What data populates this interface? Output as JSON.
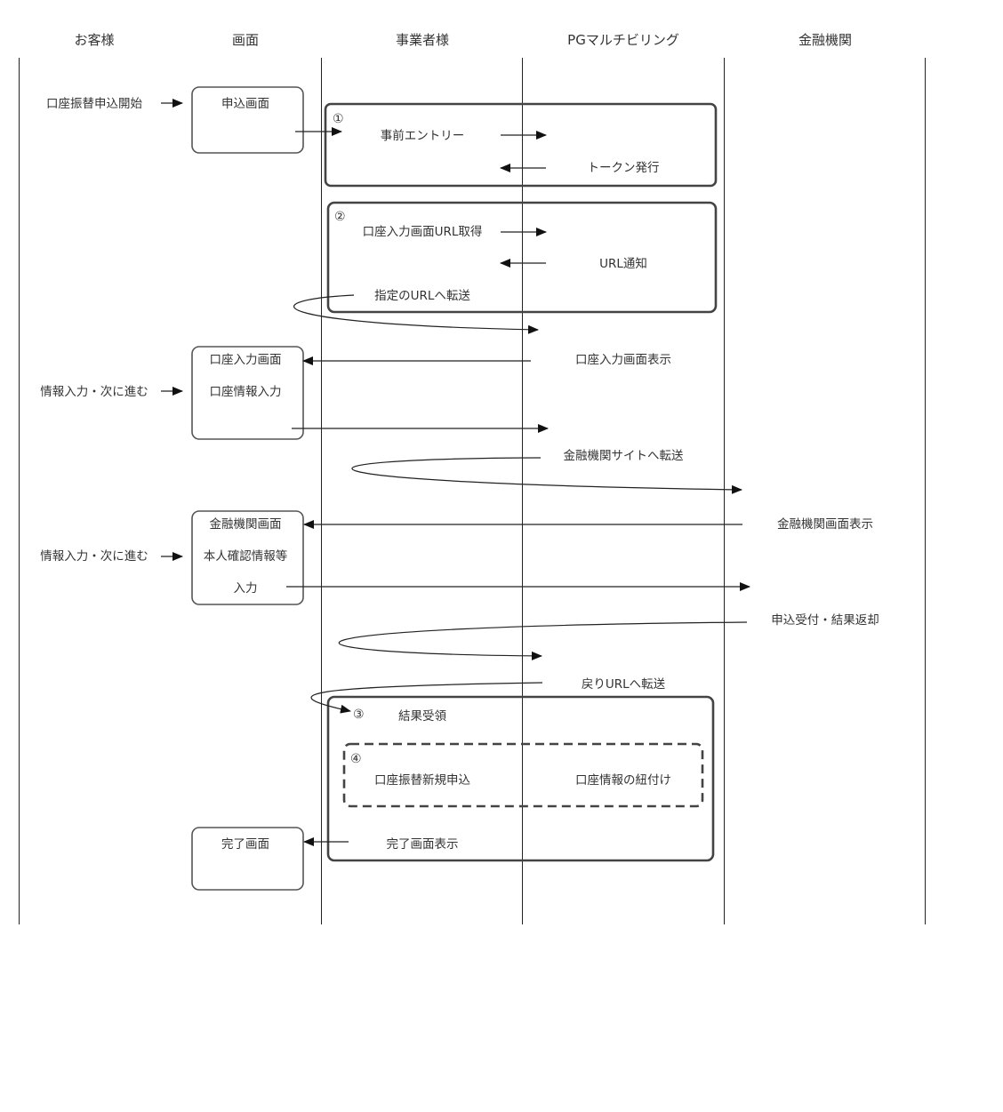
{
  "lanes": {
    "customer": "お客様",
    "screen": "画面",
    "merchant": "事業者様",
    "pg": "PGマルチビリング",
    "bank": "金融機関"
  },
  "customer_actions": {
    "start": "口座振替申込開始",
    "input_next_1": "情報入力・次に進む",
    "input_next_2": "情報入力・次に進む"
  },
  "screens": {
    "apply": "申込画面",
    "account_input": {
      "title": "口座入力画面",
      "body": "口座情報入力"
    },
    "bank": {
      "title": "金融機関画面",
      "line1": "本人確認情報等",
      "line2": "入力"
    },
    "complete": "完了画面"
  },
  "step_numbers": {
    "s1": "①",
    "s2": "②",
    "s3": "③",
    "s4": "④"
  },
  "steps": {
    "pre_entry": "事前エントリー",
    "token_issue": "トークン発行",
    "get_url": "口座入力画面URL取得",
    "url_notify": "URL通知",
    "redirect_url": "指定のURLへ転送",
    "show_account_input": "口座入力画面表示",
    "redirect_bank": "金融機関サイトへ転送",
    "show_bank": "金融機関画面表示",
    "accept_result": "申込受付・結果返却",
    "return_url": "戻りURLへ転送",
    "receive_result": "結果受領",
    "new_application": "口座振替新規申込",
    "link_account": "口座情報の紐付け",
    "show_complete": "完了画面表示"
  }
}
